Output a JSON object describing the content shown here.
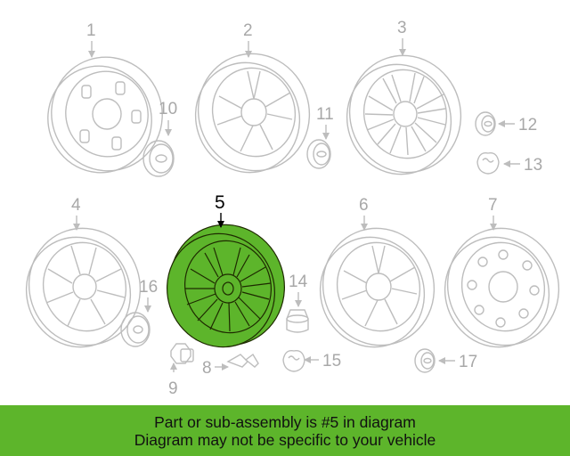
{
  "banner": {
    "line1": "Part or sub-assembly is #5 in diagram",
    "line2": "Diagram may not be specific to your vehicle"
  },
  "colors": {
    "highlight_fill": "#5db52b",
    "banner_bg": "#5db52b",
    "line_art": "#bdbdbd",
    "callout_text": "#a8a8a8",
    "highlight_callout": "#000000"
  },
  "highlighted_part": "5",
  "callouts": [
    {
      "id": "c1",
      "label": "1"
    },
    {
      "id": "c2",
      "label": "2"
    },
    {
      "id": "c3",
      "label": "3"
    },
    {
      "id": "c4",
      "label": "4"
    },
    {
      "id": "c5",
      "label": "5"
    },
    {
      "id": "c6",
      "label": "6"
    },
    {
      "id": "c7",
      "label": "7"
    },
    {
      "id": "c8",
      "label": "8"
    },
    {
      "id": "c9",
      "label": "9"
    },
    {
      "id": "c10",
      "label": "10"
    },
    {
      "id": "c11",
      "label": "11"
    },
    {
      "id": "c12",
      "label": "12"
    },
    {
      "id": "c13",
      "label": "13"
    },
    {
      "id": "c14",
      "label": "14"
    },
    {
      "id": "c15",
      "label": "15"
    },
    {
      "id": "c16",
      "label": "16"
    },
    {
      "id": "c17",
      "label": "17"
    }
  ]
}
